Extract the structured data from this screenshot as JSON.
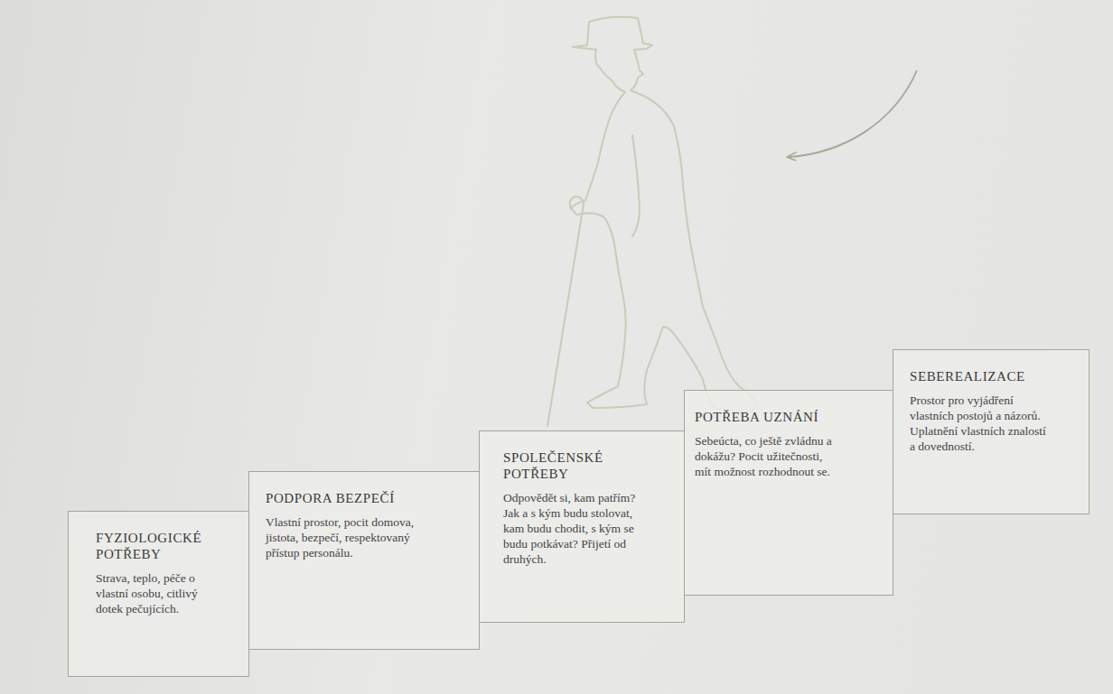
{
  "diagram": {
    "nodes": [
      {
        "text": [
          "FYZIOLOGICKÉ POTŘEBY",
          "Strava, teplo, péče o vlastní osobu, citlivý dotek pečujících."
        ]
      },
      {
        "text": [
          "PODPORA BEZPEČÍ",
          "Vlastní prostor, pocit domova, jistota, bezpečí, respektovaný přístup personálu."
        ]
      },
      {
        "text": [
          "SPOLEČENSKÉ POTŘEBY",
          "Odpovědět si, kam patřím? Jak a s kým budu stolovat, kam budu chodit, s kým se budu potkávat? Přijetí od druhých."
        ]
      },
      {
        "text": [
          "POTŘEBA UZNÁNÍ",
          "Sebeúcta, co ještě zvládnu a dokážu? Pocit užitečnosti, mít možnost rozhodnout se."
        ]
      },
      {
        "text": [
          "SEBEREALIZACE",
          "Prostor pro vyjádření vlastních postojů a názorů. Uplatnění vlastních znalostí a dovedností."
        ]
      }
    ]
  }
}
